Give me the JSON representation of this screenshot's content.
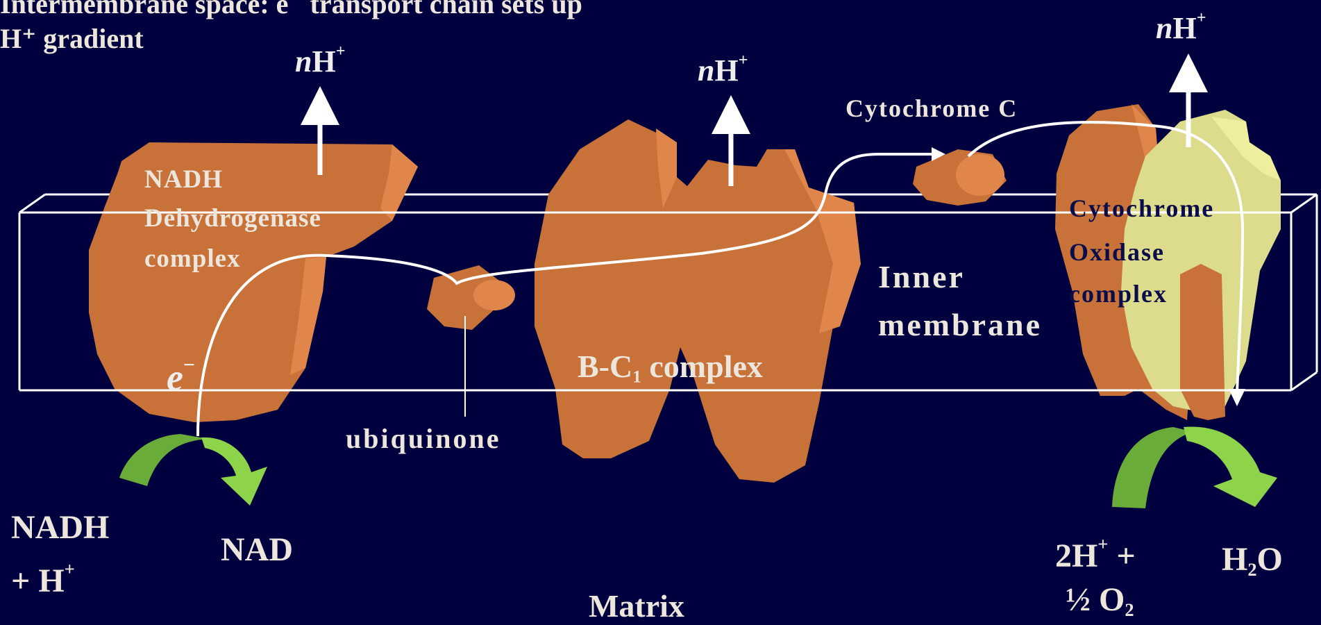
{
  "title_line_1": "Intermembrane space: e⁻ transport chain sets up",
  "title_line_2": "H⁺ gradient",
  "proton_pump_label": {
    "n": "n",
    "h": "H",
    "plus": "+"
  },
  "complexes": {
    "nadh_dehydrogenase": [
      "NADH",
      "Dehydrogenase",
      "complex"
    ],
    "ubiquinone": "ubiquinone",
    "bc1": {
      "prefix": "B-C",
      "sub": "1",
      "suffix": " complex"
    },
    "cytochrome_c": "Cytochrome C",
    "cytochrome_oxidase": [
      "Cytochrome",
      "Oxidase",
      "complex"
    ]
  },
  "electron": {
    "e": "e",
    "charge": "−"
  },
  "inner_membrane": [
    "Inner",
    "membrane"
  ],
  "matrix": "Matrix",
  "reactants": {
    "nadh_line_1": "NADH",
    "nadh_line_2_prefix": "+ H",
    "nadh_line_2_sup": "+",
    "nad": "NAD",
    "oxygen_line_1_prefix": "2H",
    "oxygen_line_1_sup": "+",
    "oxygen_line_1_suffix": " +",
    "oxygen_line_2_prefix": "½ O",
    "oxygen_line_2_sub": "2",
    "water_prefix": "H",
    "water_sub": "2",
    "water_suffix": "O"
  },
  "colors": {
    "background": "#00003f",
    "protein": "#c8723a",
    "protein_highlight": "#e0864a",
    "oxidase_yellow": "#dcdc8c",
    "arrow_green": "#8ed44a",
    "membrane_line": "#ffffff"
  }
}
